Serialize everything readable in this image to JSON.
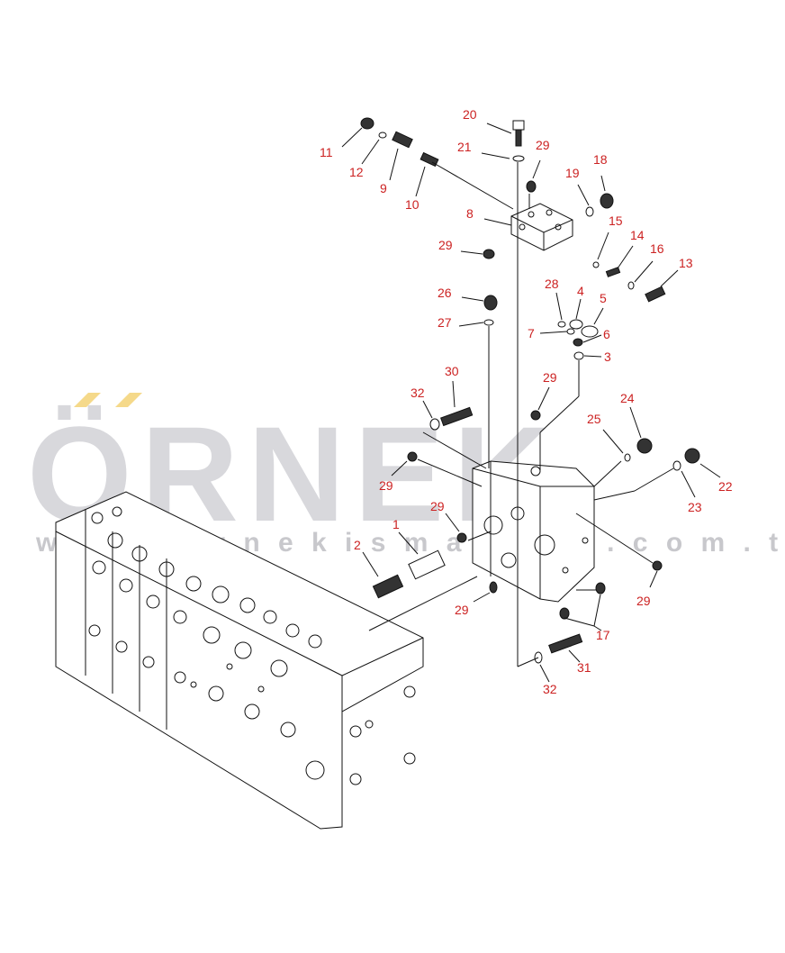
{
  "watermark": {
    "brand": "ÖRNEK",
    "website": "w w w . o r n e k i s m a k i n a . c o m . t r",
    "accent_color": "#f5d98a",
    "text_color": "#d8d8dc"
  },
  "callout_color": "#cc2222",
  "callouts": [
    {
      "id": "c20",
      "label": "20"
    },
    {
      "id": "c21",
      "label": "21"
    },
    {
      "id": "c29a",
      "label": "29"
    },
    {
      "id": "c19",
      "label": "19"
    },
    {
      "id": "c18",
      "label": "18"
    },
    {
      "id": "c11",
      "label": "11"
    },
    {
      "id": "c12",
      "label": "12"
    },
    {
      "id": "c9",
      "label": "9"
    },
    {
      "id": "c10",
      "label": "10"
    },
    {
      "id": "c8",
      "label": "8"
    },
    {
      "id": "c15",
      "label": "15"
    },
    {
      "id": "c14",
      "label": "14"
    },
    {
      "id": "c16",
      "label": "16"
    },
    {
      "id": "c13",
      "label": "13"
    },
    {
      "id": "c29b",
      "label": "29"
    },
    {
      "id": "c26",
      "label": "26"
    },
    {
      "id": "c28",
      "label": "28"
    },
    {
      "id": "c4",
      "label": "4"
    },
    {
      "id": "c5",
      "label": "5"
    },
    {
      "id": "c27",
      "label": "27"
    },
    {
      "id": "c7",
      "label": "7"
    },
    {
      "id": "c6",
      "label": "6"
    },
    {
      "id": "c3",
      "label": "3"
    },
    {
      "id": "c30",
      "label": "30"
    },
    {
      "id": "c32a",
      "label": "32"
    },
    {
      "id": "c29c",
      "label": "29"
    },
    {
      "id": "c24",
      "label": "24"
    },
    {
      "id": "c25",
      "label": "25"
    },
    {
      "id": "c22",
      "label": "22"
    },
    {
      "id": "c23",
      "label": "23"
    },
    {
      "id": "c29d",
      "label": "29"
    },
    {
      "id": "c29e",
      "label": "29"
    },
    {
      "id": "c1",
      "label": "1"
    },
    {
      "id": "c2",
      "label": "2"
    },
    {
      "id": "c29f",
      "label": "29"
    },
    {
      "id": "c29g",
      "label": "29"
    },
    {
      "id": "c17",
      "label": "17"
    },
    {
      "id": "c31",
      "label": "31"
    },
    {
      "id": "c32b",
      "label": "32"
    }
  ]
}
